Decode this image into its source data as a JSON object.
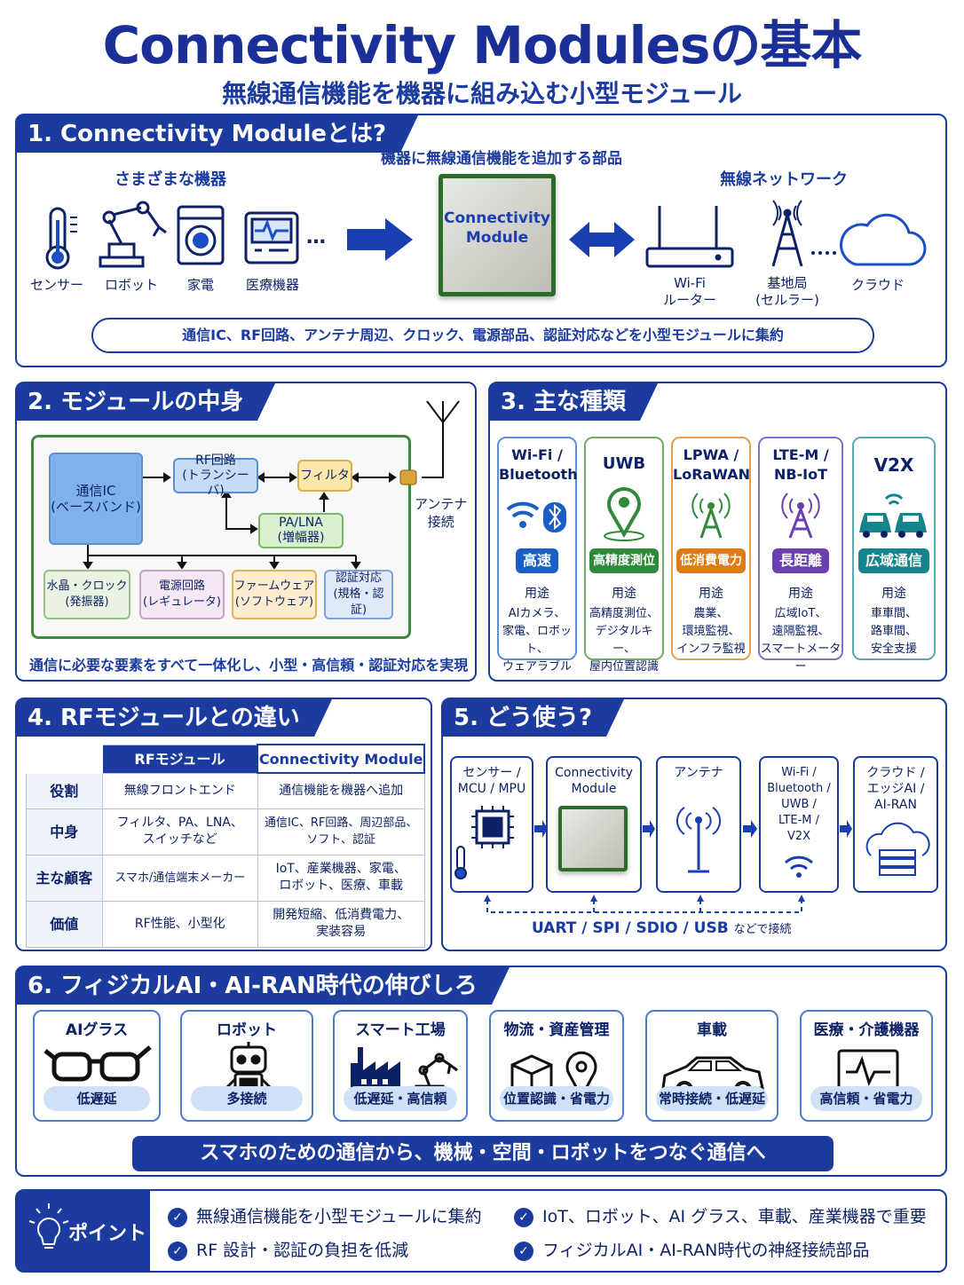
{
  "header": {
    "title": "Connectivity Modulesの基本",
    "subtitle": "無線通信機能を機器に組み込む小型モジュール"
  },
  "s1": {
    "title": "1. Connectivity Moduleとは?",
    "devices_heading": "さまざまな機器",
    "devices": [
      "センサー",
      "ロボット",
      "家電",
      "医療機器"
    ],
    "dots": "…",
    "module_heading": "機器に無線通信機能を追加する部品",
    "chip_text": "Connectivity\nModule",
    "network_heading": "無線ネットワーク",
    "networks": [
      "Wi-Fi\nルーター",
      "基地局\n(セルラー)",
      "クラウド"
    ],
    "summary": "通信IC、RF回路、アンテナ周辺、クロック、電源部品、認証対応などを小型モジュールに集約"
  },
  "s2": {
    "title": "2. モジュールの中身",
    "blocks": {
      "baseband": "通信IC\n(ベースバンド)",
      "rf": "RF回路\n(トランシーバ)",
      "filter": "フィルタ",
      "palna": "PA/LNA\n(増幅器)",
      "clock": "水晶・クロック\n(発振器)",
      "power": "電源回路\n(レギュレータ)",
      "firmware": "ファームウェア\n(ソフトウェア)",
      "cert": "認証対応\n(規格・認証)"
    },
    "antenna": "アンテナ\n接続",
    "caption": "通信に必要な要素をすべて一体化し、小型・高信頼・認証対応を実現"
  },
  "s3": {
    "title": "3. 主な種類",
    "types": [
      {
        "name": "Wi-Fi /\nBluetooth",
        "tag": "高速",
        "use_label": "用途",
        "uses": "AIカメラ、\n家電、ロボット、\nウェアラブル",
        "color": "#1b5fc4"
      },
      {
        "name": "UWB",
        "tag": "高精度測位",
        "use_label": "用途",
        "uses": "高精度測位、\nデジタルキー、\n屋内位置認識",
        "color": "#2f8a3a"
      },
      {
        "name": "LPWA /\nLoRaWAN",
        "tag": "低消費電力",
        "use_label": "用途",
        "uses": "農業、\n環境監視、\nインフラ監視",
        "color": "#e07a12"
      },
      {
        "name": "LTE-M /\nNB-IoT",
        "tag": "長距離",
        "use_label": "用途",
        "uses": "広域IoT、\n遠隔監視、\nスマートメーター",
        "color": "#6a3fb0"
      },
      {
        "name": "V2X",
        "tag": "広域通信",
        "use_label": "用途",
        "uses": "車車間、\n路車間、\n安全支援",
        "color": "#14858d"
      }
    ]
  },
  "s4": {
    "title": "4. RFモジュールとの違い",
    "headers": [
      "RFモジュール",
      "Connectivity Module"
    ],
    "rows": [
      {
        "label": "役割",
        "rf": "無線フロントエンド",
        "cm": "通信機能を機器へ追加"
      },
      {
        "label": "中身",
        "rf": "フィルタ、PA、LNA、\nスイッチなど",
        "cm": "通信IC、RF回路、周辺部品、\nソフト、認証"
      },
      {
        "label": "主な顧客",
        "rf": "スマホ/通信端末メーカー",
        "cm": "IoT、産業機器、家電、\nロボット、医療、車載"
      },
      {
        "label": "価値",
        "rf": "RF性能、小型化",
        "cm": "開発短縮、低消費電力、\n実装容易"
      }
    ]
  },
  "s5": {
    "title": "5. どう使う?",
    "steps": [
      "センサー /\nMCU / MPU",
      "Connectivity\nModule",
      "アンテナ",
      "Wi-Fi /\nBluetooth /\nUWB /\nLTE-M /\nV2X",
      "クラウド /\nエッジAI /\nAI-RAN"
    ],
    "interface": "UART / SPI / SDIO / USB",
    "interface_suffix": "などで接続"
  },
  "s6": {
    "title": "6. フィジカルAI・AI-RAN時代の伸びしろ",
    "apps": [
      {
        "name": "AIグラス",
        "tag": "低遅延"
      },
      {
        "name": "ロボット",
        "tag": "多接続"
      },
      {
        "name": "スマート工場",
        "tag": "低遅延・高信頼"
      },
      {
        "name": "物流・資産管理",
        "tag": "位置認識・省電力"
      },
      {
        "name": "車載",
        "tag": "常時接続・低遅延"
      },
      {
        "name": "医療・介護機器",
        "tag": "高信頼・省電力"
      }
    ],
    "banner": "スマホのための通信から、機械・空間・ロボットをつなぐ通信へ"
  },
  "points": {
    "label": "ポイント",
    "items": [
      "無線通信機能を小型モジュールに集約",
      "IoT、ロボット、AI グラス、車載、産業機器で重要",
      "RF 設計・認証の負担を低減",
      "フィジカルAI・AI-RAN時代の神経接続部品"
    ]
  },
  "colors": {
    "navy": "#1b3b9f",
    "accent": "#1a4fc4"
  }
}
